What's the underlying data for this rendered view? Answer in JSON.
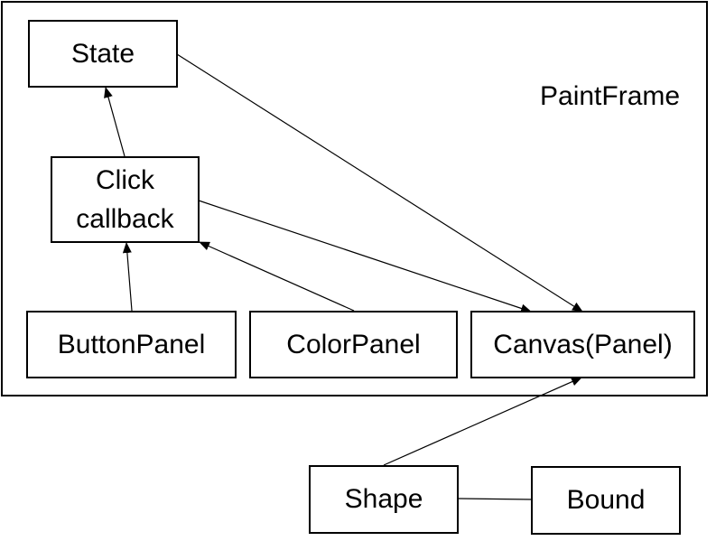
{
  "diagram": {
    "frame_label": "PaintFrame",
    "nodes": {
      "state": "State",
      "click_callback_line1": "Click",
      "click_callback_line2": "callback",
      "button_panel": "ButtonPanel",
      "color_panel": "ColorPanel",
      "canvas_panel": "Canvas(Panel)",
      "shape": "Shape",
      "bound": "Bound"
    },
    "edges": [
      {
        "from": "Click callback",
        "to": "State",
        "arrow": true
      },
      {
        "from": "State",
        "to": "Canvas(Panel)",
        "arrow": true
      },
      {
        "from": "Click callback",
        "to": "Canvas(Panel)",
        "arrow": true
      },
      {
        "from": "ButtonPanel",
        "to": "Click callback",
        "arrow": true
      },
      {
        "from": "ColorPanel",
        "to": "Click callback",
        "arrow": true
      },
      {
        "from": "Shape",
        "to": "Canvas(Panel)",
        "arrow": true
      },
      {
        "from": "Shape",
        "to": "Bound",
        "arrow": false
      }
    ]
  }
}
